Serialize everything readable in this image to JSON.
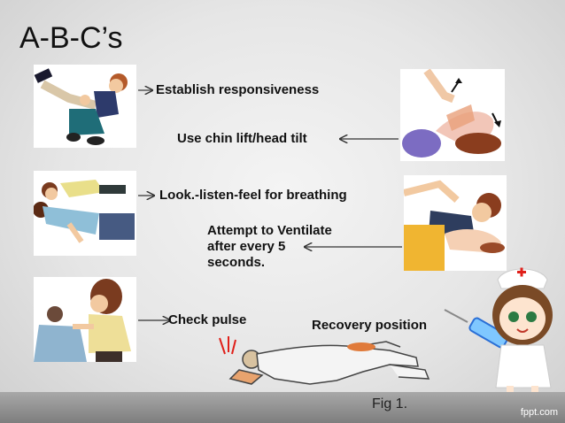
{
  "title": "A-B-C’s",
  "labels": {
    "establish": "Establish responsiveness",
    "chin": "Use chin lift/head tilt",
    "look": "Look.-listen-feel  for breathing",
    "attempt_l1": "Attempt to Ventilate",
    "attempt_l2": "after every 5",
    "attempt_l3": "seconds.",
    "pulse": "Check pulse",
    "recovery": "Recovery position"
  },
  "fig": "Fig 1.",
  "brand": "fppt.com",
  "colors": {
    "text": "#111111",
    "bottom_bar": "#8e8e8e",
    "arrow": "#333333"
  },
  "icons": [
    "arrow-right-icon",
    "arrow-left-icon",
    "nurse-icon",
    "syringe-icon"
  ]
}
